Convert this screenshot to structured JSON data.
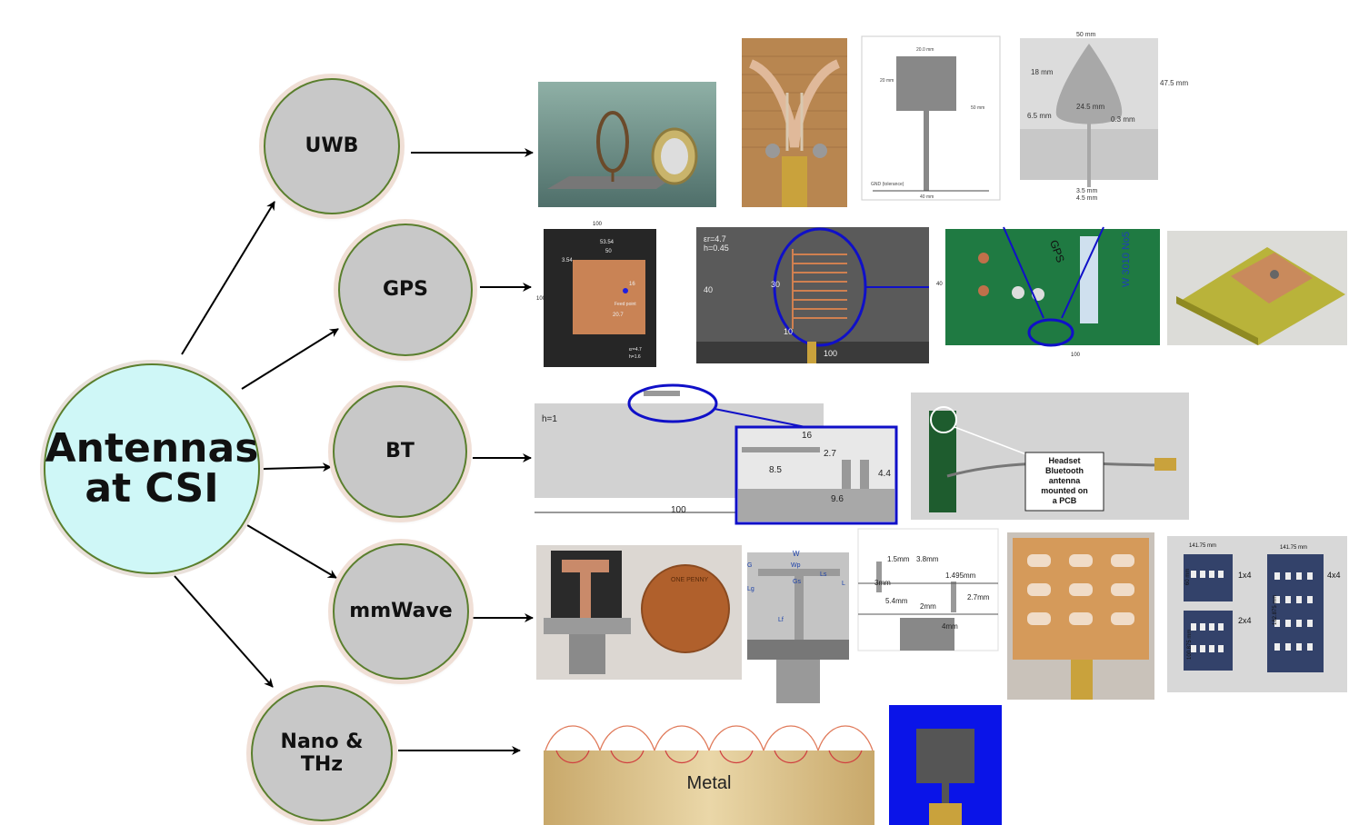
{
  "center": {
    "line1": "Antennas",
    "line2": "at CSI"
  },
  "categories": [
    {
      "line1": "UWB",
      "line2": ""
    },
    {
      "line1": "GPS",
      "line2": ""
    },
    {
      "line1": "BT",
      "line2": ""
    },
    {
      "line1": "mmWave",
      "line2": ""
    },
    {
      "line1": "Nano &",
      "line2": "THz"
    }
  ],
  "images": {
    "uwb_3": {
      "dim_top": "20.0 mm",
      "dim_left": "20 mm",
      "dim_right": "50 mm",
      "gnd": "GND (tolerance)",
      "dim_bottom": "40 mm"
    },
    "uwb_4": {
      "d1": "50 mm",
      "d2": "18 mm",
      "d3": "24.5 mm",
      "d4": "47.5 mm",
      "d5": "6.5 mm",
      "d6": "0.3 mm",
      "d7": "3.5 mm",
      "d8": "4.5 mm"
    },
    "gps_1": {
      "d1": "100",
      "d2": "53.54",
      "d3": "50",
      "d4": "3.54",
      "d5": "16",
      "d6": "20.7",
      "feed": "Feed point",
      "eps": "εr=4.7",
      "h": "h=1.6",
      "left": "100"
    },
    "gps_2": {
      "eps": "εr=4.7",
      "h": "h=0.45",
      "d40": "40",
      "d30": "30",
      "d10": "10",
      "d100": "100"
    },
    "gps_3": {
      "label": "W 3010 No5",
      "top": "40",
      "bottom": "100",
      "tag": "GPS"
    },
    "bt_1": {
      "h": "h=1",
      "d16": "16",
      "d27": "2.7",
      "d85": "8.5",
      "d44": "4.4",
      "d96": "9.6",
      "d100": "100"
    },
    "bt_2": {
      "line1": "Headset",
      "line2": "Bluetooth",
      "line3": "antenna",
      "line4": "mounted on",
      "line5": "a PCB"
    },
    "mm_1": {
      "coin": "ONE PENNY"
    },
    "mm_2": {
      "w": "W",
      "wp": "Wp",
      "gs": "Gs",
      "ls": "Ls",
      "g": "G",
      "l": "L",
      "lg": "Lg",
      "lf": "Lf"
    },
    "mm_3": {
      "d1": "1.5mm",
      "d2": "3.8mm",
      "d3": "3mm",
      "d4": "1.495mm",
      "d5": "5.4mm",
      "d6": "2mm",
      "d7": "2.7mm",
      "d8": "4mm"
    },
    "mm_5": {
      "w1": "141.75 mm",
      "w2": "141.75 mm",
      "a1": "1x4",
      "a2": "2x4",
      "a3": "4x4",
      "h1": "60 mm",
      "h2": "100.875 mm",
      "h3": "182.875 mm"
    },
    "nano_1": {
      "metal": "Metal"
    }
  },
  "colors": {
    "node_fill": "#c8c8c8",
    "node_border": "#5a7f2e",
    "center_fill": "#cff7f7",
    "highlight": "#1010c8",
    "patch_blue": "#0a14e8"
  }
}
